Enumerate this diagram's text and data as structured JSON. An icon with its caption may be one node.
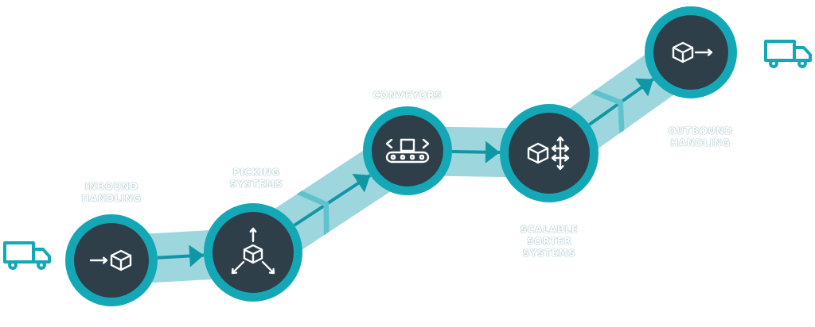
{
  "diagram": {
    "nodes": [
      {
        "text": [
          "INBOUND HANDLING"
        ]
      },
      {
        "text": [
          "PICKING SYSTEMS"
        ]
      },
      {
        "text": [
          "CONVEYORS"
        ]
      },
      {
        "text": [
          "SCALABLE SORTER SYSTEMS"
        ]
      },
      {
        "text": [
          "OUTBOUND HANDLING"
        ]
      }
    ],
    "edges": [
      {
        "from": 0,
        "to": 1,
        "arrow": "to"
      },
      {
        "from": 1,
        "to": 2,
        "arrow": "to"
      },
      {
        "from": 2,
        "to": 3,
        "arrow": "to"
      },
      {
        "from": 3,
        "to": 4,
        "arrow": "to"
      }
    ]
  }
}
